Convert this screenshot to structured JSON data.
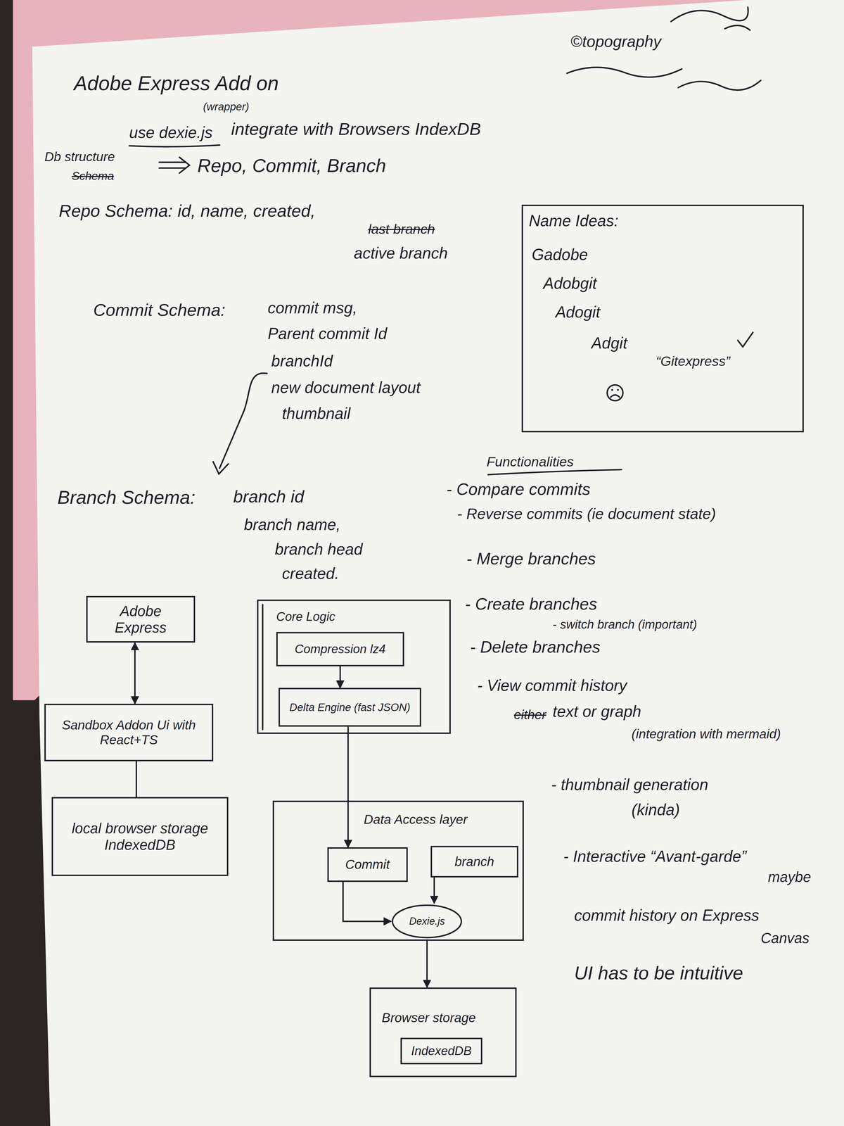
{
  "diagram": {
    "title": "Adobe Express Add on",
    "nodes": [
      {
        "text": [
          "Name Ideas:",
          "Gadobe",
          "Adobgit",
          "Adogit",
          "Adgit",
          "“Gitexpress”"
        ]
      },
      {
        "text": [
          "Adobe Express"
        ]
      },
      {
        "text": [
          "Sandbox Addon Ui with React+TS"
        ]
      },
      {
        "text": [
          "local browser storage IndexedDB"
        ]
      },
      {
        "text": [
          "Core Logic"
        ]
      },
      {
        "text": [
          "Compression lz4"
        ],
        "in": 4
      },
      {
        "text": [
          "Delta Engine (fast JSON)"
        ],
        "in": 4
      },
      {
        "text": [
          "Data Access layer"
        ]
      },
      {
        "text": [
          "Commit"
        ],
        "in": 7
      },
      {
        "text": [
          "branch"
        ],
        "in": 7
      },
      {
        "text": [
          "Dexie.js"
        ],
        "in": 7
      },
      {
        "text": [
          "Browser storage"
        ]
      },
      {
        "text": [
          "IndexedDB"
        ],
        "in": 11
      }
    ],
    "edges": [
      {
        "from": 1,
        "to": 2,
        "arrow": "both"
      },
      {
        "from": 2,
        "to": 3,
        "arrow": "none"
      },
      {
        "from": 5,
        "to": 6,
        "arrow": "to"
      },
      {
        "from": 6,
        "to": 8,
        "arrow": "to"
      },
      {
        "from": 8,
        "to": 10,
        "arrow": "to"
      },
      {
        "from": 9,
        "to": 10,
        "arrow": "to"
      },
      {
        "from": 10,
        "to": 11,
        "arrow": "to"
      }
    ],
    "labels": [
      "©topography",
      "(wrapper)",
      "use dexie.js",
      "integrate with Browsers IndexDB",
      "Db structure",
      "Schema",
      "Repo, Commit, Branch",
      "Repo Schema: id, name, created,",
      "last branch",
      "active branch",
      "Commit Schema:",
      "commit msg,",
      "Parent commit Id",
      "branchId",
      "new document layout",
      "thumbnail",
      "Branch Schema:",
      "branch id",
      "branch name,",
      "branch head",
      "created.",
      "Functionalities",
      "- Compare commits",
      "- Reverse commits (ie document state)",
      "- Merge branches",
      "- Create branches",
      "- switch branch (important)",
      "- Delete branches",
      "- View commit history",
      "either",
      "text or graph",
      "(integration with mermaid)",
      "- thumbnail generation",
      "(kinda)",
      "- Interactive “Avant-garde”",
      "maybe",
      "commit history on Express",
      "Canvas",
      "UI has to be intuitive"
    ]
  }
}
